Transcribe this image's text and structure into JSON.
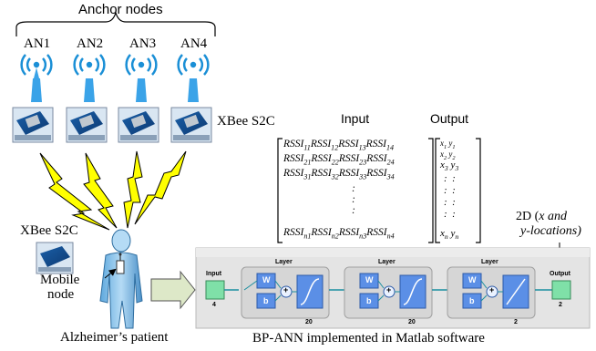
{
  "anchor": {
    "title": "Anchor nodes",
    "nodes": [
      "AN1",
      "AN2",
      "AN3",
      "AN4"
    ],
    "xbee_label": "XBee S2C"
  },
  "mobile": {
    "xbee_label": "XBee S2C",
    "node_label_1": "Mobile",
    "node_label_2": "node",
    "patient_label": "Alzheimer’s patient"
  },
  "matrix": {
    "input_label": "Input",
    "output_label": "Output",
    "rows": [
      [
        "RSSI",
        "11",
        "RSSI",
        "12",
        "RSSI",
        "13",
        "RSSI",
        "14"
      ],
      [
        "RSSI",
        "21",
        "RSSI",
        "22",
        "RSSI",
        "23",
        "RSSI",
        "24"
      ],
      [
        "RSSI",
        "31",
        "RSSI",
        "32",
        "RSSI",
        "33",
        "RSSI",
        "34"
      ]
    ],
    "last_row": [
      "RSSI",
      "n1",
      "RSSI",
      "n2",
      "RSSI",
      "n3",
      "RSSI",
      "n4"
    ],
    "out_rows": [
      [
        "x",
        "1",
        "y",
        "1"
      ],
      [
        "x",
        "2",
        "y",
        "2"
      ],
      [
        "x",
        "3",
        "y",
        "3"
      ],
      [
        "x",
        "n",
        "y",
        "n"
      ]
    ]
  },
  "output_2d": {
    "line1": "2D (x and",
    "line2": "y-locations)"
  },
  "network": {
    "input_label": "Input",
    "input_count": "4",
    "layers": [
      {
        "title": "Layer",
        "count": "20"
      },
      {
        "title": "Layer",
        "count": "20"
      },
      {
        "title": "Layer",
        "count": "2"
      }
    ],
    "output_label": "Output",
    "output_count": "2",
    "w": "W",
    "b": "b",
    "caption": "BP-ANN implemented in Matlab software"
  },
  "colors": {
    "signal": "#ffff00",
    "tower": "#1a8fd6",
    "bar": "#1e90ff",
    "net_bg": "#e4e4e4",
    "green": "#7fe0a8",
    "blue": "#5b8fe6"
  }
}
